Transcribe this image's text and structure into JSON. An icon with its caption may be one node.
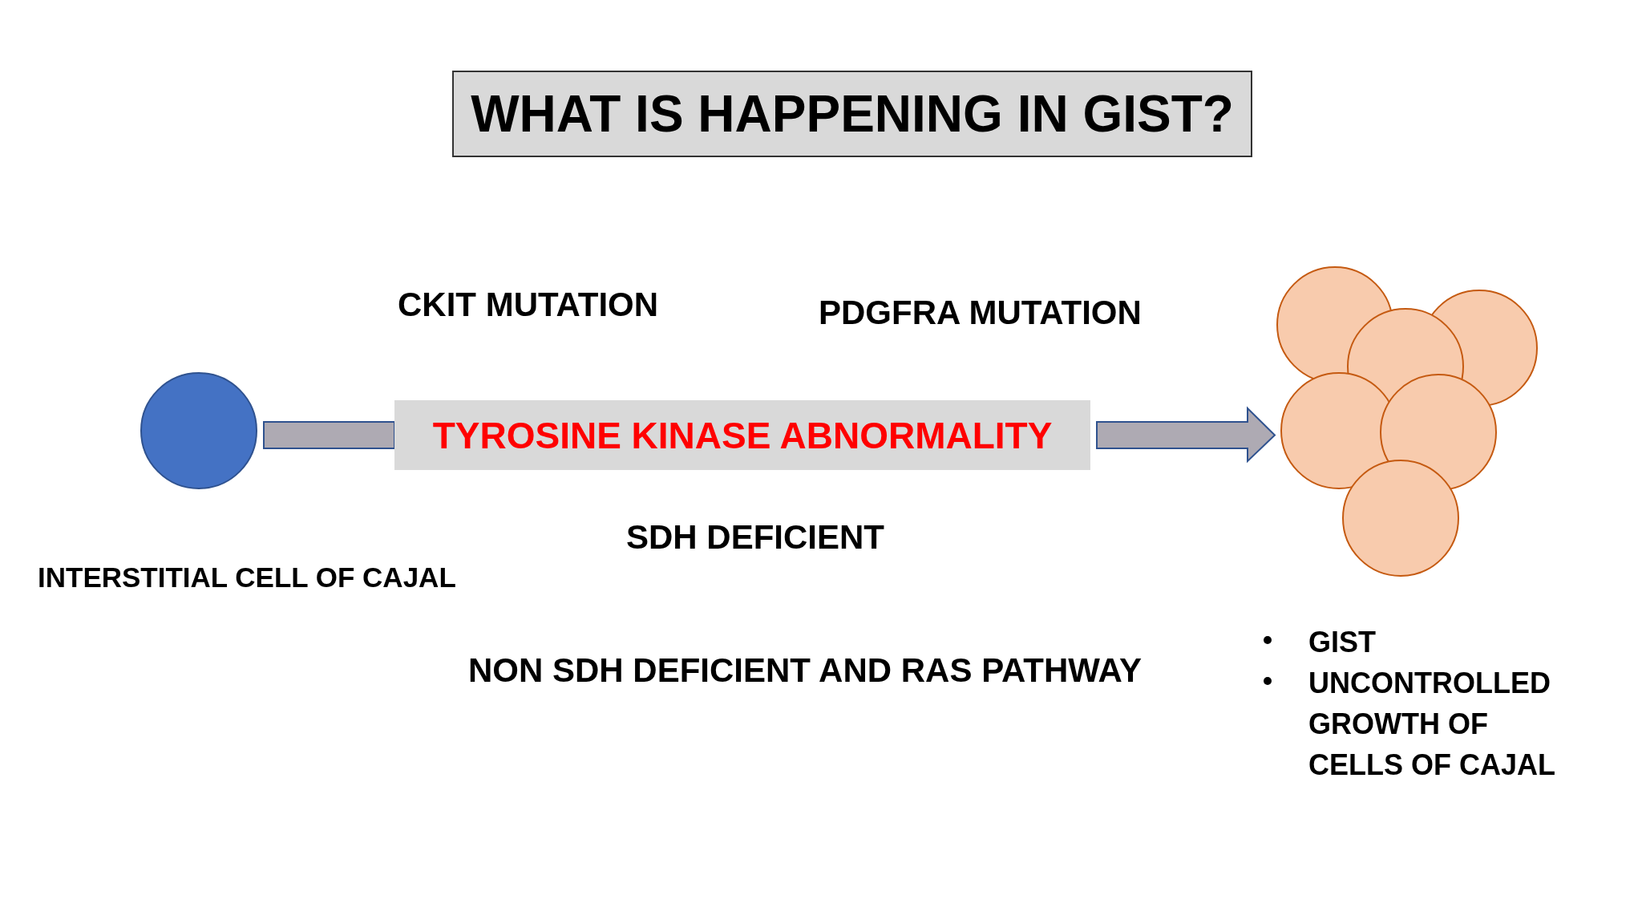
{
  "diagram": {
    "title": "WHAT IS HAPPENING IN GIST?",
    "nodes": [
      {
        "text": [],
        "shape": "circle",
        "beside": [
          "INTERSTITIAL CELL OF CAJAL"
        ]
      },
      {
        "text": [
          "TYROSINE KINASE ABNORMALITY"
        ]
      },
      {
        "text": [],
        "shape": "picture",
        "beside": [
          "GIST",
          "UNCONTROLLED GROWTH OF CELLS OF CAJAL"
        ]
      }
    ],
    "edges": [
      {
        "from": 0,
        "to": 1,
        "arrow": "none"
      },
      {
        "from": 1,
        "to": 2,
        "arrow": "to"
      }
    ],
    "labels": [
      "CKIT MUTATION",
      "PDGFRA MUTATION",
      "SDH DEFICIENT",
      "NON SDH DEFICIENT AND RAS PATHWAY"
    ]
  }
}
